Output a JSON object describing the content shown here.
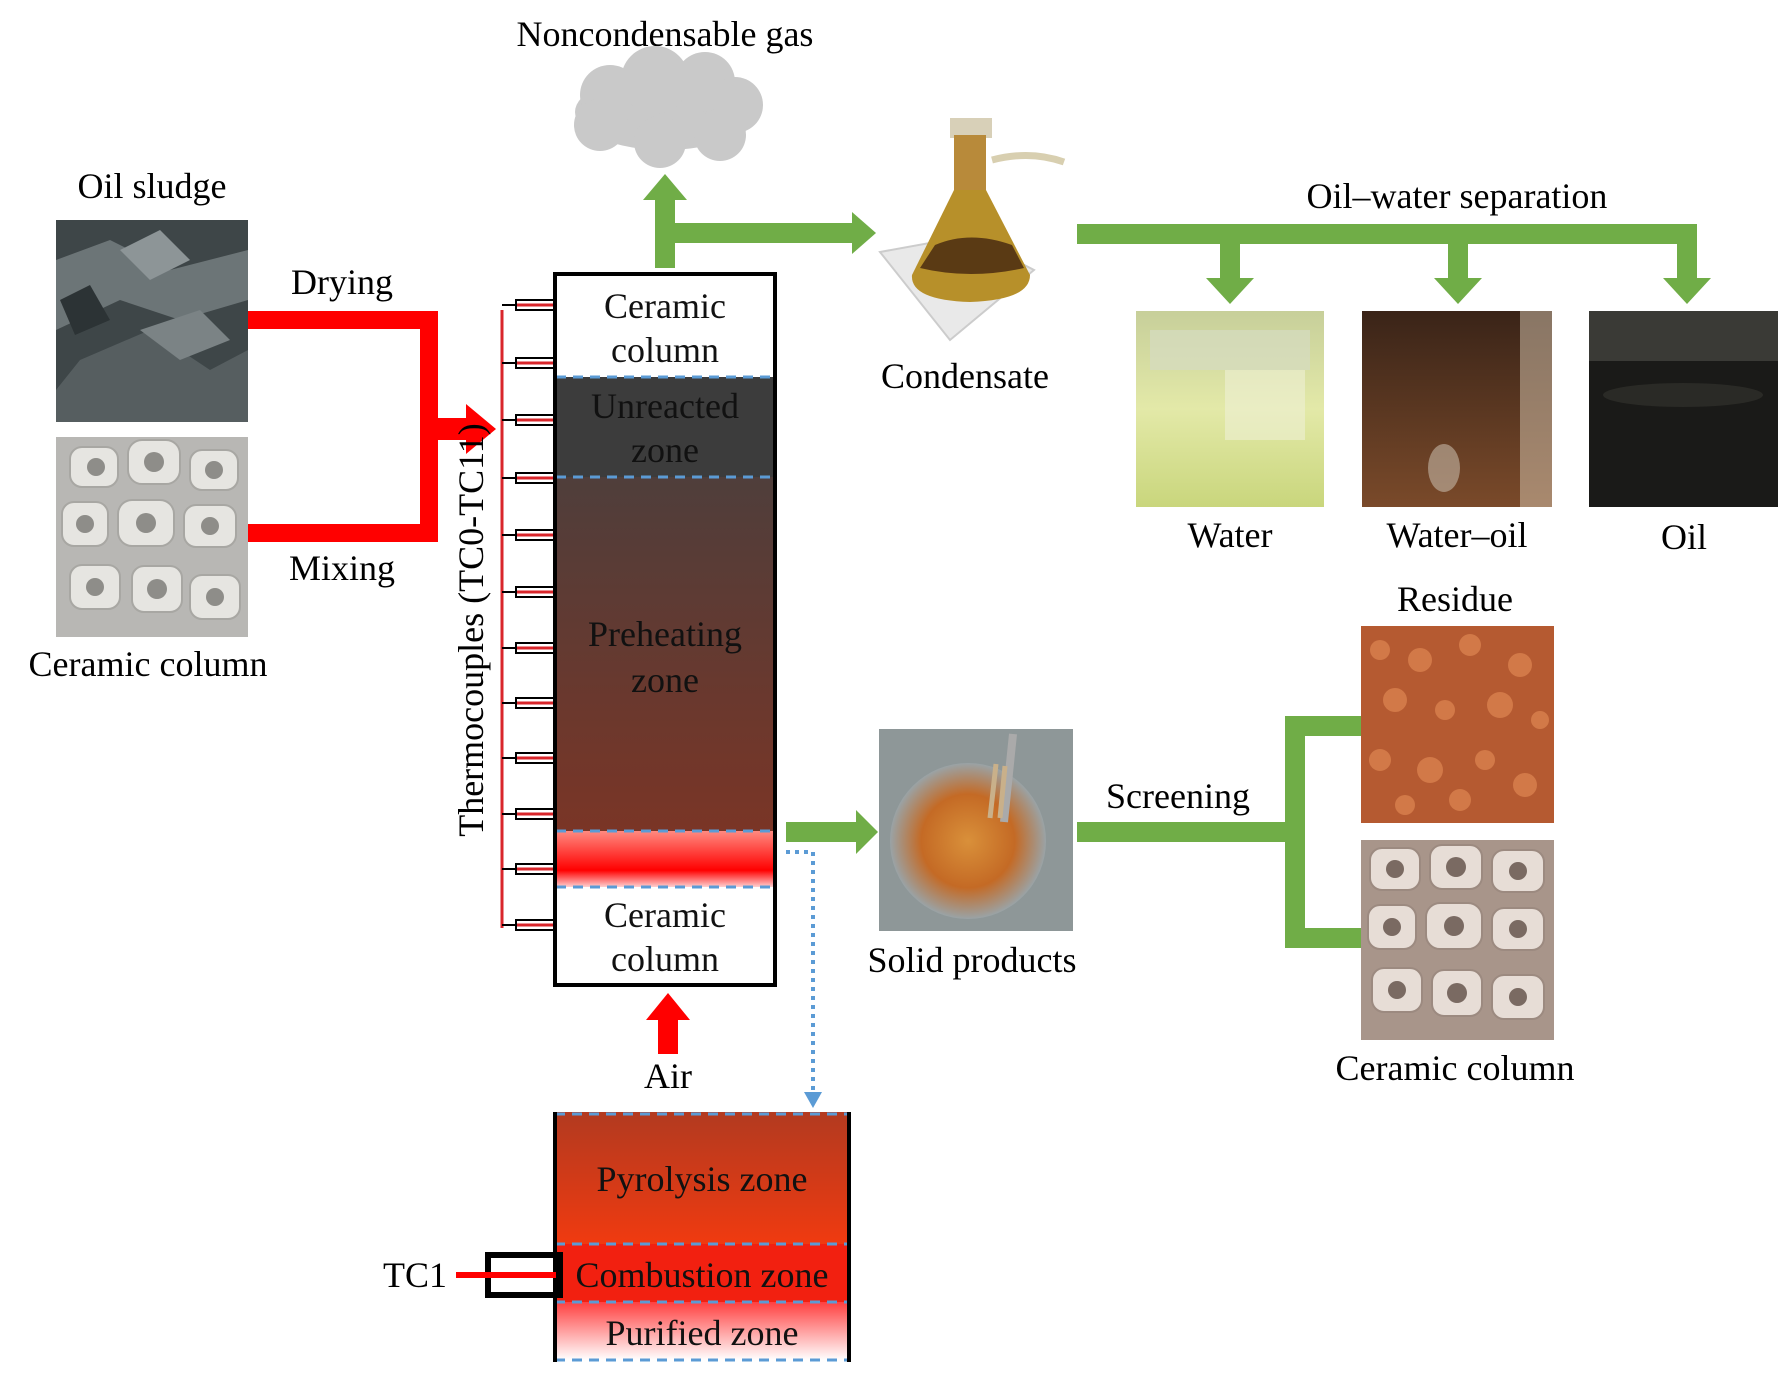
{
  "labels": {
    "noncondensable_gas": "Noncondensable gas",
    "oil_sludge": "Oil sludge",
    "drying": "Drying",
    "mixing": "Mixing",
    "ceramic_column_left": "Ceramic column",
    "thermocouples": "Thermocouples (TC0-TC11)",
    "condensate": "Condensate",
    "oil_water_separation": "Oil–water separation",
    "water": "Water",
    "water_oil": "Water–oil",
    "oil": "Oil",
    "residue": "Residue",
    "solid_products": "Solid products",
    "screening": "Screening",
    "ceramic_column_right": "Ceramic column",
    "air": "Air",
    "tc1": "TC1"
  },
  "reactor": {
    "top_ceramic": [
      "Ceramic",
      "column"
    ],
    "unreacted": [
      "Unreacted",
      "zone"
    ],
    "preheating": [
      "Preheating",
      "zone"
    ],
    "bottom_ceramic": [
      "Ceramic",
      "column"
    ]
  },
  "detail": {
    "pyrolysis": "Pyrolysis zone",
    "combustion": "Combustion zone",
    "purified": "Purified zone"
  },
  "colors": {
    "green_arrow": "#70ad47",
    "red_arrow": "#ff0000",
    "dashed_blue": "#5b9bd5",
    "thermocouple_red": "#d9262b"
  }
}
